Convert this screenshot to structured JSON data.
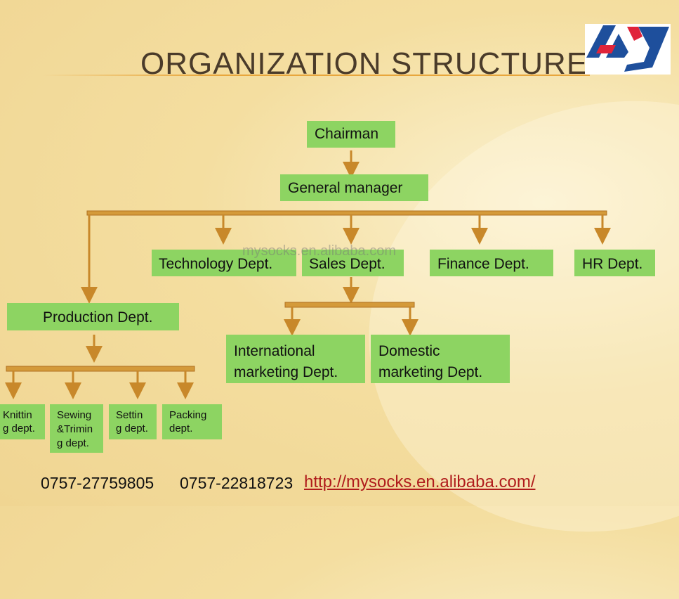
{
  "title": "ORGANIZATION STRUCTURE",
  "watermark": "mysocks.en.alibaba.com",
  "colors": {
    "box": "#8dd462",
    "connector": "#c8882a",
    "link": "#b01c1c"
  },
  "nodes": {
    "chairman": "Chairman",
    "general_manager": "General manager",
    "technology": "Technology Dept.",
    "sales": "Sales Dept.",
    "finance": "Finance Dept.",
    "hr": "HR Dept.",
    "production": "Production Dept.",
    "international_l1": "International",
    "international_l2": "marketing Dept.",
    "domestic_l1": "Domestic",
    "domestic_l2": "marketing Dept.",
    "knitting_l1": "Knittin",
    "knitting_l2": "g dept.",
    "sewing_l1": "Sewing",
    "sewing_l2": "&Trimin",
    "sewing_l3": "g dept.",
    "setting_l1": "Settin",
    "setting_l2": "g dept.",
    "packing_l1": "Packing",
    "packing_l2": "dept."
  },
  "footer": {
    "phone1": "0757-27759805",
    "phone2": "0757-22818723",
    "url": "http://mysocks.en.alibaba.com/"
  }
}
